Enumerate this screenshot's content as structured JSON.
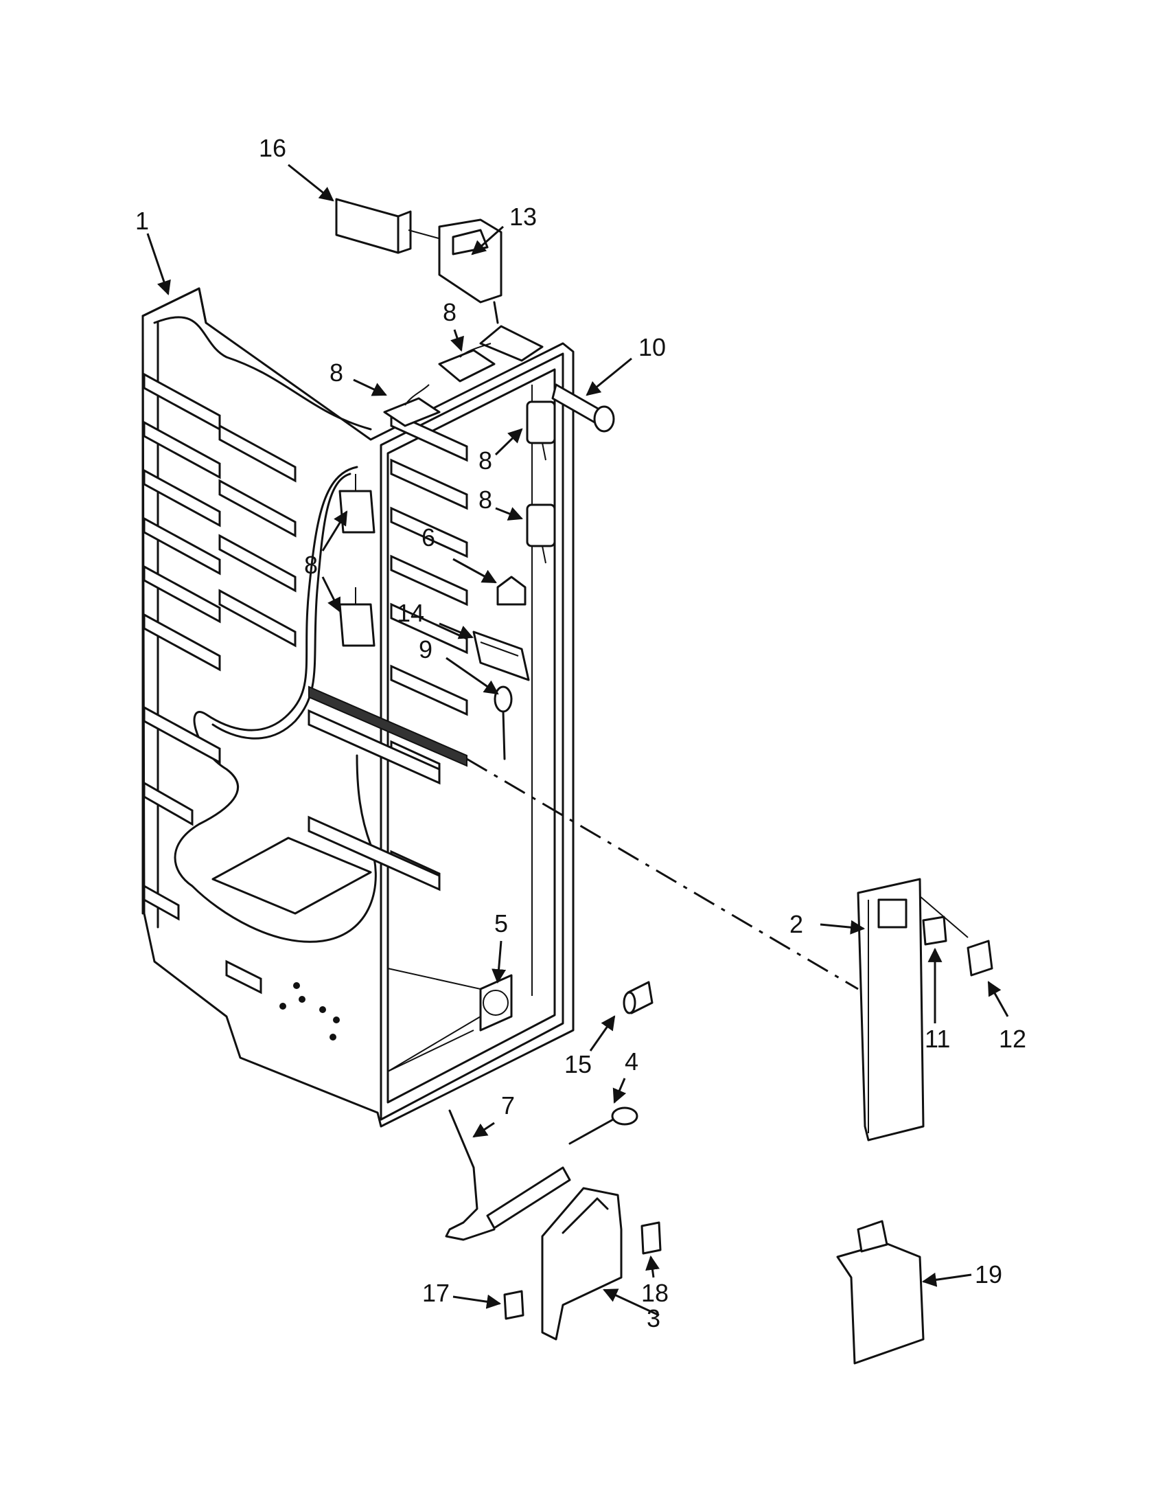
{
  "callouts": [
    {
      "id": "c1",
      "label": "1"
    },
    {
      "id": "c2",
      "label": "2"
    },
    {
      "id": "c3",
      "label": "3"
    },
    {
      "id": "c4",
      "label": "4"
    },
    {
      "id": "c5",
      "label": "5"
    },
    {
      "id": "c6",
      "label": "6"
    },
    {
      "id": "c7",
      "label": "7"
    },
    {
      "id": "c8a",
      "label": "8"
    },
    {
      "id": "c8b",
      "label": "8"
    },
    {
      "id": "c8c",
      "label": "8"
    },
    {
      "id": "c8d",
      "label": "8"
    },
    {
      "id": "c8e",
      "label": "8"
    },
    {
      "id": "c9",
      "label": "9"
    },
    {
      "id": "c10",
      "label": "10"
    },
    {
      "id": "c11",
      "label": "11"
    },
    {
      "id": "c12",
      "label": "12"
    },
    {
      "id": "c13",
      "label": "13"
    },
    {
      "id": "c14",
      "label": "14"
    },
    {
      "id": "c15",
      "label": "15"
    },
    {
      "id": "c16",
      "label": "16"
    },
    {
      "id": "c17",
      "label": "17"
    },
    {
      "id": "c18",
      "label": "18"
    },
    {
      "id": "c19",
      "label": "19"
    }
  ]
}
